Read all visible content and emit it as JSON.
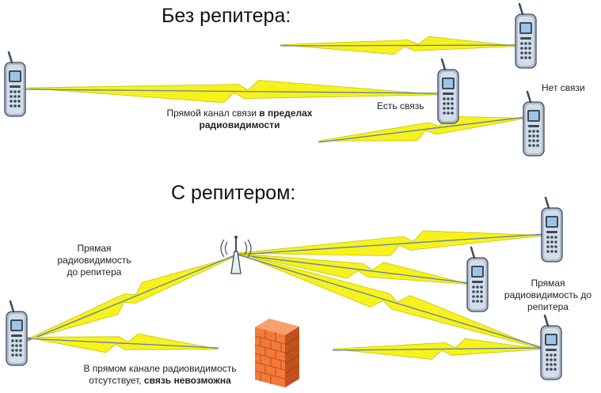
{
  "top": {
    "title": "Без репитера:",
    "direct_label_regular": "Прямой канал связи ",
    "direct_label_bold": "в пределах радиовидимости",
    "has_link_label": "Есть связь",
    "no_link_label": "Нет связи"
  },
  "bottom": {
    "title": "С репитером:",
    "left_label": "Прямая радиовидимость до репитера",
    "right_label": "Прямая радиовидимость до репитера",
    "blocked_label_regular": "В прямом канале радиовидимость отсутствует, ",
    "blocked_label_bold": "связь невозможна"
  },
  "icons": {
    "phone": "cell-phone-icon",
    "tower": "repeater-antenna-icon",
    "wall": "brick-wall-icon"
  },
  "colors": {
    "bolt_fill": "#f7f21c",
    "bolt_stroke": "#c8c400",
    "signal_line": "#5b7fb5",
    "phone_body": "#b9c6d6",
    "phone_dark": "#3b4a5c",
    "wall_face": "#f47a3c",
    "wall_mortar": "#c65a22"
  }
}
